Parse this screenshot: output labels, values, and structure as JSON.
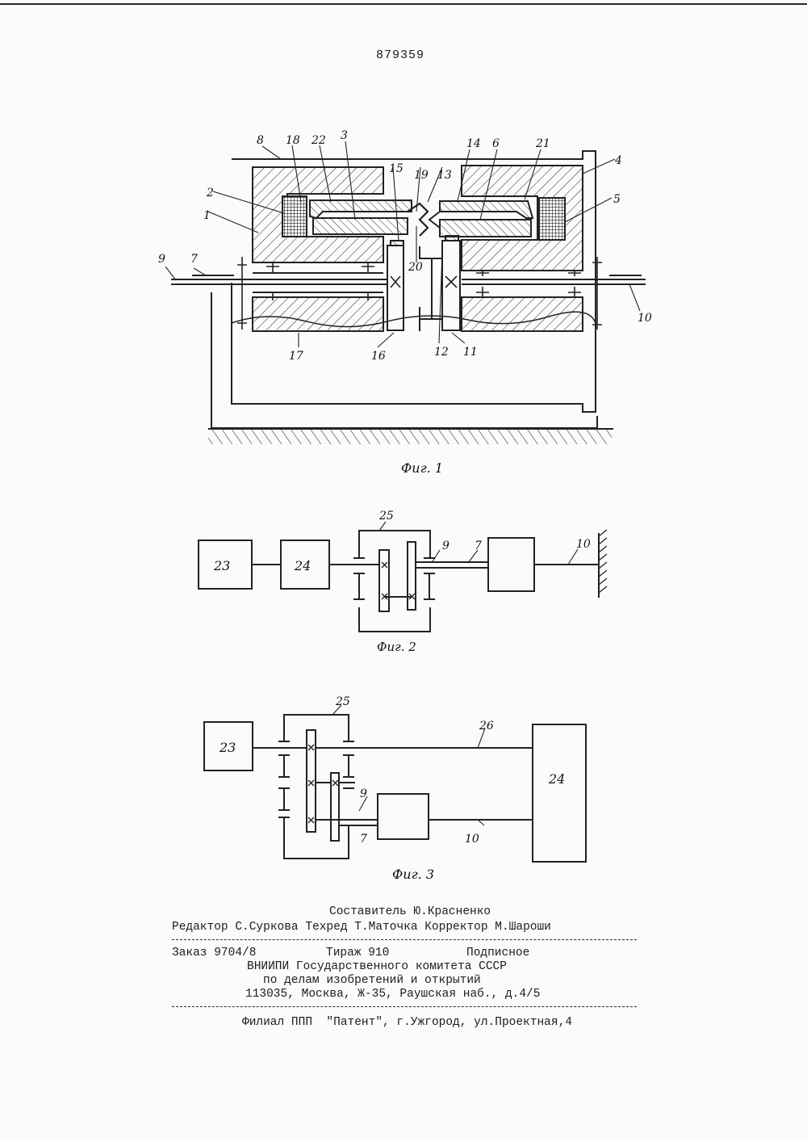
{
  "page": {
    "number": "879359"
  },
  "figures": {
    "fig1": {
      "caption": "Фиг. 1",
      "labels": [
        "8",
        "18",
        "22",
        "3",
        "15",
        "19",
        "13",
        "14",
        "6",
        "21",
        "4",
        "2",
        "5",
        "1",
        "9",
        "7",
        "20",
        "10",
        "17",
        "16",
        "12",
        "11"
      ]
    },
    "fig2": {
      "caption": "Фиг. 2",
      "blocks": [
        "23",
        "24"
      ],
      "labels": [
        "25",
        "9",
        "7",
        "10"
      ]
    },
    "fig3": {
      "caption": "Фиг. 3",
      "blocks": [
        "23",
        "24"
      ],
      "labels": [
        "25",
        "26",
        "9",
        "7",
        "10"
      ]
    }
  },
  "imprint": {
    "composer": "Составитель Ю.Красненко",
    "staff": "Редактор С.Суркова Техред Т.Маточка Корректор М.Шароши",
    "order": "Заказ 9704/8",
    "circulation": "Тираж 910",
    "subscription": "Подписное",
    "org_line1": "ВНИИПИ Государственного комитета СССР",
    "org_line2": "по делам изобретений и открытий",
    "address": "113035, Москва, Ж-35, Раушская наб., д.4/5",
    "branch": "Филиал ППП  \"Патент\", г.Ужгород, ул.Проектная,4"
  }
}
